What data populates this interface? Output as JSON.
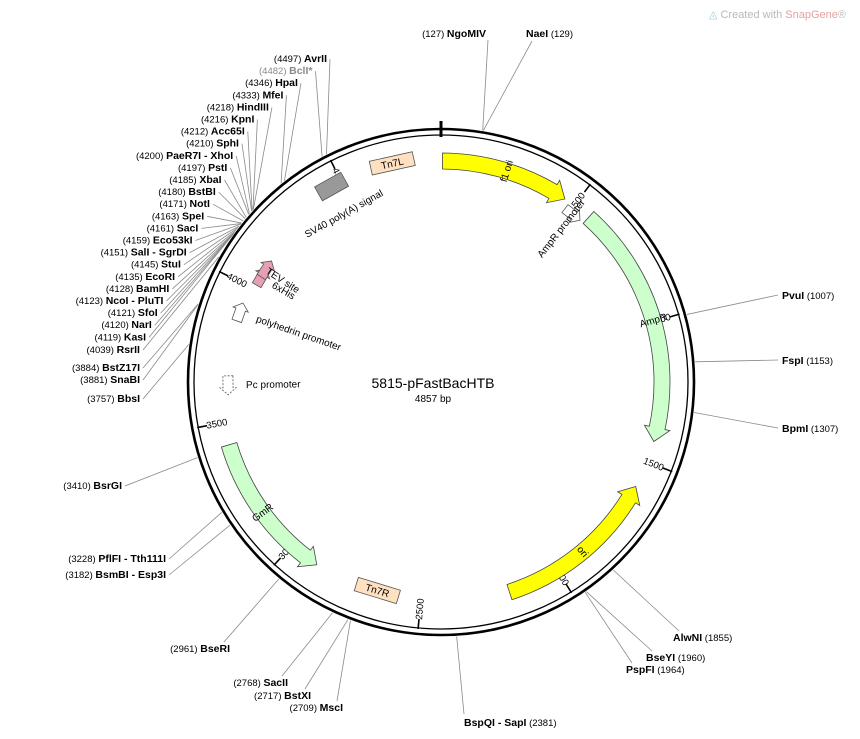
{
  "watermark": {
    "prefix": "Created with ",
    "brand": "SnapGene",
    "suffix": "®"
  },
  "plasmid": {
    "name": "5815-pFastBacHTB",
    "length_label": "4857 bp",
    "length": 4857
  },
  "ticks": [
    500,
    1000,
    1500,
    2000,
    2500,
    3000,
    3500,
    4000,
    4500
  ],
  "features": [
    {
      "name": "f1 ori",
      "start": 5,
      "end": 460,
      "dir": 1,
      "color": "#ffff00",
      "type": "arrow"
    },
    {
      "name": "AmpR promoter",
      "start": 460,
      "end": 565,
      "dir": 1,
      "color": "#ffffff",
      "type": "arrow"
    },
    {
      "name": "AmpR",
      "start": 565,
      "end": 1425,
      "dir": 1,
      "color": "#ccffcc",
      "type": "arrow"
    },
    {
      "name": "ori",
      "start": 1595,
      "end": 2185,
      "dir": -1,
      "color": "#ffff00",
      "type": "arrow"
    },
    {
      "name": "Tn7R",
      "start": 2545,
      "end": 2770,
      "dir": 0,
      "color": "#ffe0c0",
      "type": "box"
    },
    {
      "name": "GmR",
      "start": 2890,
      "end": 3420,
      "dir": -1,
      "color": "#ccffcc",
      "type": "arrow"
    },
    {
      "name": "Pc promoter",
      "start": 3600,
      "end": 3665,
      "dir": -1,
      "color": "#ffffff",
      "type": "hatch"
    },
    {
      "name": "polyhedrin promoter",
      "start": 3850,
      "end": 3950,
      "dir": 1,
      "color": "#ffffff",
      "type": "arrow"
    },
    {
      "name": "6xHis",
      "start": 4040,
      "end": 4060,
      "dir": 1,
      "color": "#e6a0b4",
      "type": "arrow"
    },
    {
      "name": "TEV site",
      "start": 4075,
      "end": 4095,
      "dir": 1,
      "color": "#e6a0b4",
      "type": "arrow"
    },
    {
      "name": "SV40 poly(A) signal",
      "start": 4395,
      "end": 4530,
      "dir": 0,
      "color": "#999999",
      "type": "box"
    },
    {
      "name": "Tn7L",
      "start": 4605,
      "end": 4770,
      "dir": 0,
      "color": "#ffe0c0",
      "type": "box"
    }
  ],
  "sites": [
    {
      "name": "AvrII",
      "pos": 4497,
      "side": "left"
    },
    {
      "name": "BclI*",
      "pos": 4482,
      "side": "left",
      "gray": true
    },
    {
      "name": "HpaI",
      "pos": 4346,
      "side": "left"
    },
    {
      "name": "MfeI",
      "pos": 4333,
      "side": "left"
    },
    {
      "name": "HindIII",
      "pos": 4218,
      "side": "left"
    },
    {
      "name": "KpnI",
      "pos": 4216,
      "side": "left"
    },
    {
      "name": "Acc65I",
      "pos": 4212,
      "side": "left"
    },
    {
      "name": "SphI",
      "pos": 4210,
      "side": "left"
    },
    {
      "name": "PaeR7I - XhoI",
      "pos": 4200,
      "side": "left"
    },
    {
      "name": "PstI",
      "pos": 4197,
      "side": "left"
    },
    {
      "name": "XbaI",
      "pos": 4185,
      "side": "left"
    },
    {
      "name": "BstBI",
      "pos": 4180,
      "side": "left"
    },
    {
      "name": "NotI",
      "pos": 4171,
      "side": "left"
    },
    {
      "name": "SpeI",
      "pos": 4163,
      "side": "left"
    },
    {
      "name": "SacI",
      "pos": 4161,
      "side": "left"
    },
    {
      "name": "Eco53kI",
      "pos": 4159,
      "side": "left"
    },
    {
      "name": "SalI - SgrDI",
      "pos": 4151,
      "side": "left"
    },
    {
      "name": "StuI",
      "pos": 4145,
      "side": "left"
    },
    {
      "name": "EcoRI",
      "pos": 4135,
      "side": "left"
    },
    {
      "name": "BamHI",
      "pos": 4128,
      "side": "left"
    },
    {
      "name": "NcoI - PluTI",
      "pos": 4123,
      "side": "left"
    },
    {
      "name": "SfoI",
      "pos": 4121,
      "side": "left"
    },
    {
      "name": "NarI",
      "pos": 4120,
      "side": "left"
    },
    {
      "name": "KasI",
      "pos": 4119,
      "side": "left"
    },
    {
      "name": "RsrII",
      "pos": 4039,
      "side": "left"
    },
    {
      "name": "BstZ17I",
      "pos": 3884,
      "side": "left"
    },
    {
      "name": "SnaBI",
      "pos": 3881,
      "side": "left"
    },
    {
      "name": "BbsI",
      "pos": 3757,
      "side": "left"
    },
    {
      "name": "BsrGI",
      "pos": 3410,
      "side": "left"
    },
    {
      "name": "PflFI - Tth111I",
      "pos": 3228,
      "side": "left"
    },
    {
      "name": "BsmBI - Esp3I",
      "pos": 3182,
      "side": "left"
    },
    {
      "name": "BseRI",
      "pos": 2961,
      "side": "left"
    },
    {
      "name": "SacII",
      "pos": 2768,
      "side": "left"
    },
    {
      "name": "BstXI",
      "pos": 2717,
      "side": "left"
    },
    {
      "name": "MscI",
      "pos": 2709,
      "side": "left"
    },
    {
      "name": "NgoMIV",
      "pos": 127,
      "side": "left"
    },
    {
      "name": "NaeI",
      "pos": 129,
      "side": "right"
    },
    {
      "name": "PvuI",
      "pos": 1007,
      "side": "right"
    },
    {
      "name": "FspI",
      "pos": 1153,
      "side": "right"
    },
    {
      "name": "BpmI",
      "pos": 1307,
      "side": "right"
    },
    {
      "name": "AlwNI",
      "pos": 1855,
      "side": "right"
    },
    {
      "name": "BseYI",
      "pos": 1960,
      "side": "right"
    },
    {
      "name": "PspFI",
      "pos": 1964,
      "side": "right"
    },
    {
      "name": "BspQI - SapI",
      "pos": 2381,
      "side": "right"
    }
  ]
}
